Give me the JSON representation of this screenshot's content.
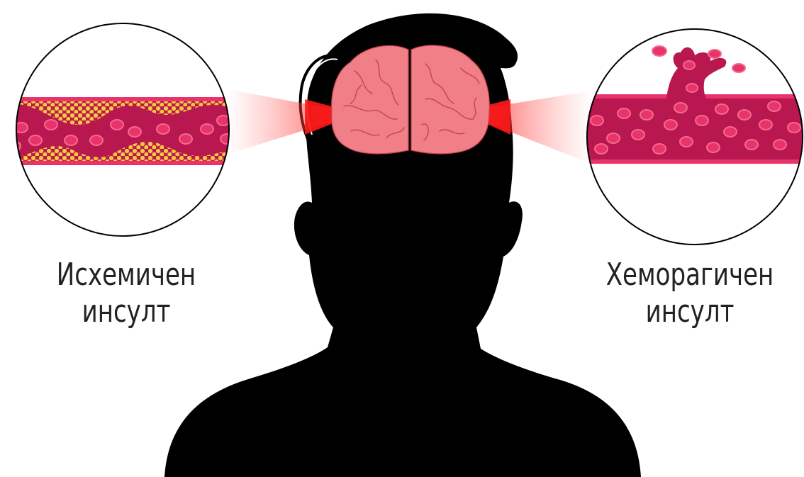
{
  "colors": {
    "vessel": "#b8174f",
    "vessel_dark": "#8e0f3b",
    "blood_cell": "#e8346a",
    "blood_cell_rim": "#f46a8e",
    "plaque": "#f7c948",
    "plaque_rim": "#e8a92a",
    "brain": "#f07f87",
    "brain_line": "#c9424d",
    "silhouette": "#000000",
    "glow": "#ff2a2a",
    "text": "#222222"
  },
  "labels": {
    "ischemic": {
      "line1": "Исхемичен",
      "line2": "инсулт"
    },
    "hemorrhagic": {
      "line1": "Хеморагичен",
      "line2": "инсулт"
    }
  },
  "icons": {
    "left_circle": "ischemic-vessel-icon",
    "right_circle": "hemorrhagic-vessel-icon",
    "brain": "brain-icon",
    "person": "person-silhouette-icon"
  }
}
